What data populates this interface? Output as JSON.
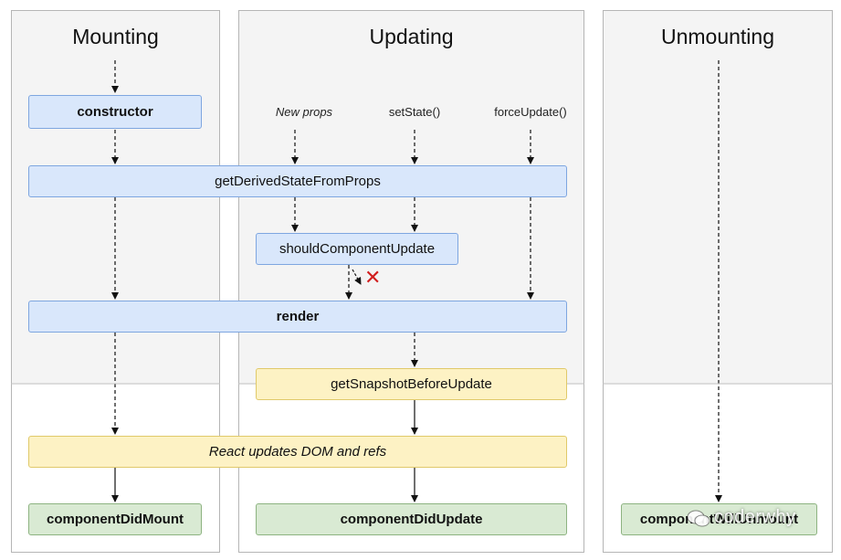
{
  "columns": {
    "mounting": "Mounting",
    "updating": "Updating",
    "unmounting": "Unmounting"
  },
  "triggers": {
    "new_props": "New props",
    "set_state": "setState()",
    "force_update": "forceUpdate()"
  },
  "boxes": {
    "constructor": "constructor",
    "get_derived_state": "getDerivedStateFromProps",
    "should_update": "shouldComponentUpdate",
    "render": "render",
    "get_snapshot": "getSnapshotBeforeUpdate",
    "react_updates": "React updates DOM and refs",
    "did_mount": "componentDidMount",
    "did_update": "componentDidUpdate",
    "will_unmount": "componentWillUnmount"
  },
  "watermark": "coderwhy",
  "colors": {
    "blue_fill": "#d9e7fb",
    "blue_border": "#7ea6e0",
    "yellow_fill": "#fdf2c4",
    "yellow_border": "#e0c96a",
    "green_fill": "#d9ead3",
    "green_border": "#8db381",
    "reject_mark": "#d11f1f"
  }
}
